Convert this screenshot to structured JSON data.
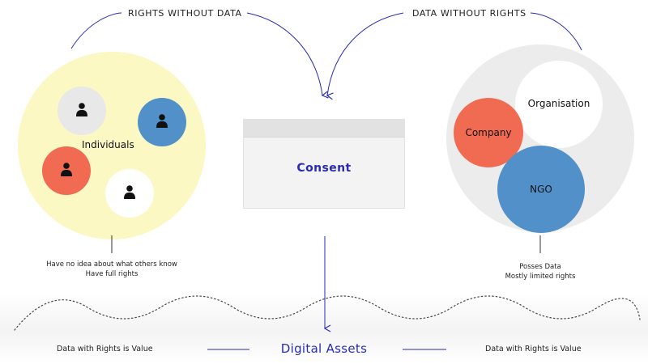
{
  "header": {
    "left_label": "RIGHTS WITHOUT DATA",
    "right_label": "DATA WITHOUT RIGHTS"
  },
  "individuals": {
    "label": "Individuals",
    "note_lines": [
      "Have no idea about what others know",
      "Have full rights"
    ],
    "colors": {
      "group_bg": "#fbf8c4",
      "person_gray": "#e8e8e8",
      "person_blue": "#5190c9",
      "person_red": "#f06b52",
      "person_white": "#ffffff"
    }
  },
  "consent": {
    "title": "Consent"
  },
  "organisations": {
    "organisation_label": "Organisation",
    "company_label": "Company",
    "ngo_label": "NGO",
    "note_lines": [
      "Posses Data",
      "Mostly limited rights"
    ],
    "colors": {
      "group_bg": "#ececec",
      "company": "#f06b52",
      "ngo": "#5190c9",
      "organisation": "#ffffff"
    }
  },
  "footer": {
    "left_text": "Data with Rights is Value",
    "center_text": "Digital Assets",
    "right_text": "Data with Rights is Value"
  },
  "colors": {
    "accent": "#2a2ab8",
    "line": "#333333"
  }
}
